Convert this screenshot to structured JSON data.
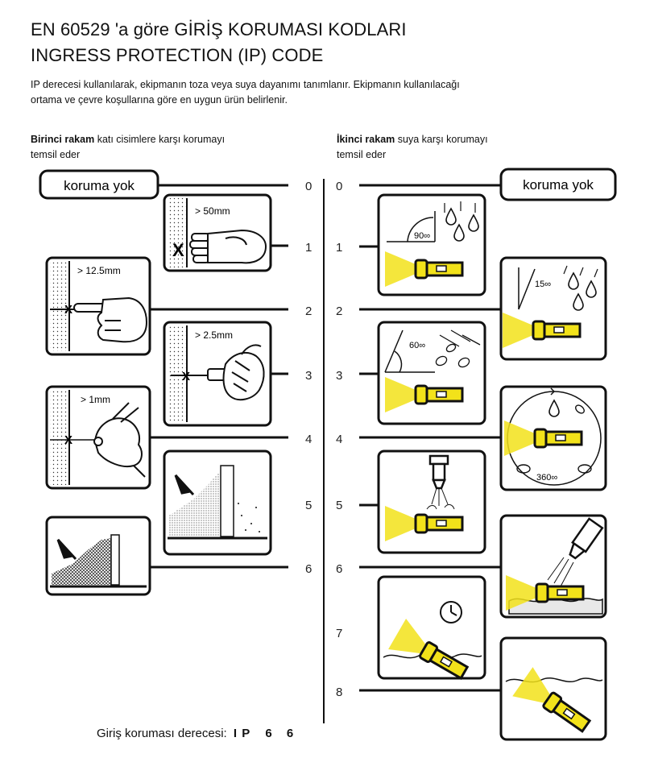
{
  "title_line1": "EN 60529 'a göre GİRİŞ KORUMASI KODLARI",
  "title_line2": "INGRESS PROTECTION (IP) CODE",
  "intro_line1": "IP derecesi kullanılarak, ekipmanın toza veya suya dayanımı tanımlanır. Ekipmanın kullanılacağı",
  "intro_line2": "ortama ve çevre koşullarına göre en uygun ürün belirlenir.",
  "left_head": {
    "bold": "Birinci rakam",
    "rest": " katı cisimlere karşı korumayı",
    "line2": "temsil eder"
  },
  "right_head": {
    "bold": "İkinci rakam",
    "rest": " suya karşı korumayı",
    "line2": "temsil eder"
  },
  "no_protection_left": "koruma yok",
  "no_protection_right": "koruma yok",
  "left_levels": [
    "0",
    "1",
    "2",
    "3",
    "4",
    "5",
    "6"
  ],
  "right_levels": [
    "0",
    "1",
    "2",
    "3",
    "4",
    "5",
    "6",
    "7",
    "8"
  ],
  "solid_labels": {
    "l1": "> 50mm",
    "l2": "> 12.5mm",
    "l3": "> 2.5mm",
    "l4": "> 1mm"
  },
  "water_labels": {
    "w1": "90∞",
    "w2": "15∞",
    "w3": "60∞",
    "w4": "360∞"
  },
  "footer": {
    "label": "Giriş koruması derecesi:",
    "code": "I P",
    "first": "6",
    "second": "6"
  },
  "colors": {
    "torch": "#f2e21a",
    "line": "#111111"
  },
  "icons": [
    "fist-hand-icon",
    "pointing-finger-icon",
    "screwdriver-hand-icon",
    "wire-hand-icon",
    "dust-arrow-icon",
    "rain-drops-icon",
    "flashlight-icon",
    "clock-icon",
    "water-jet-icon",
    "waves-icon"
  ]
}
